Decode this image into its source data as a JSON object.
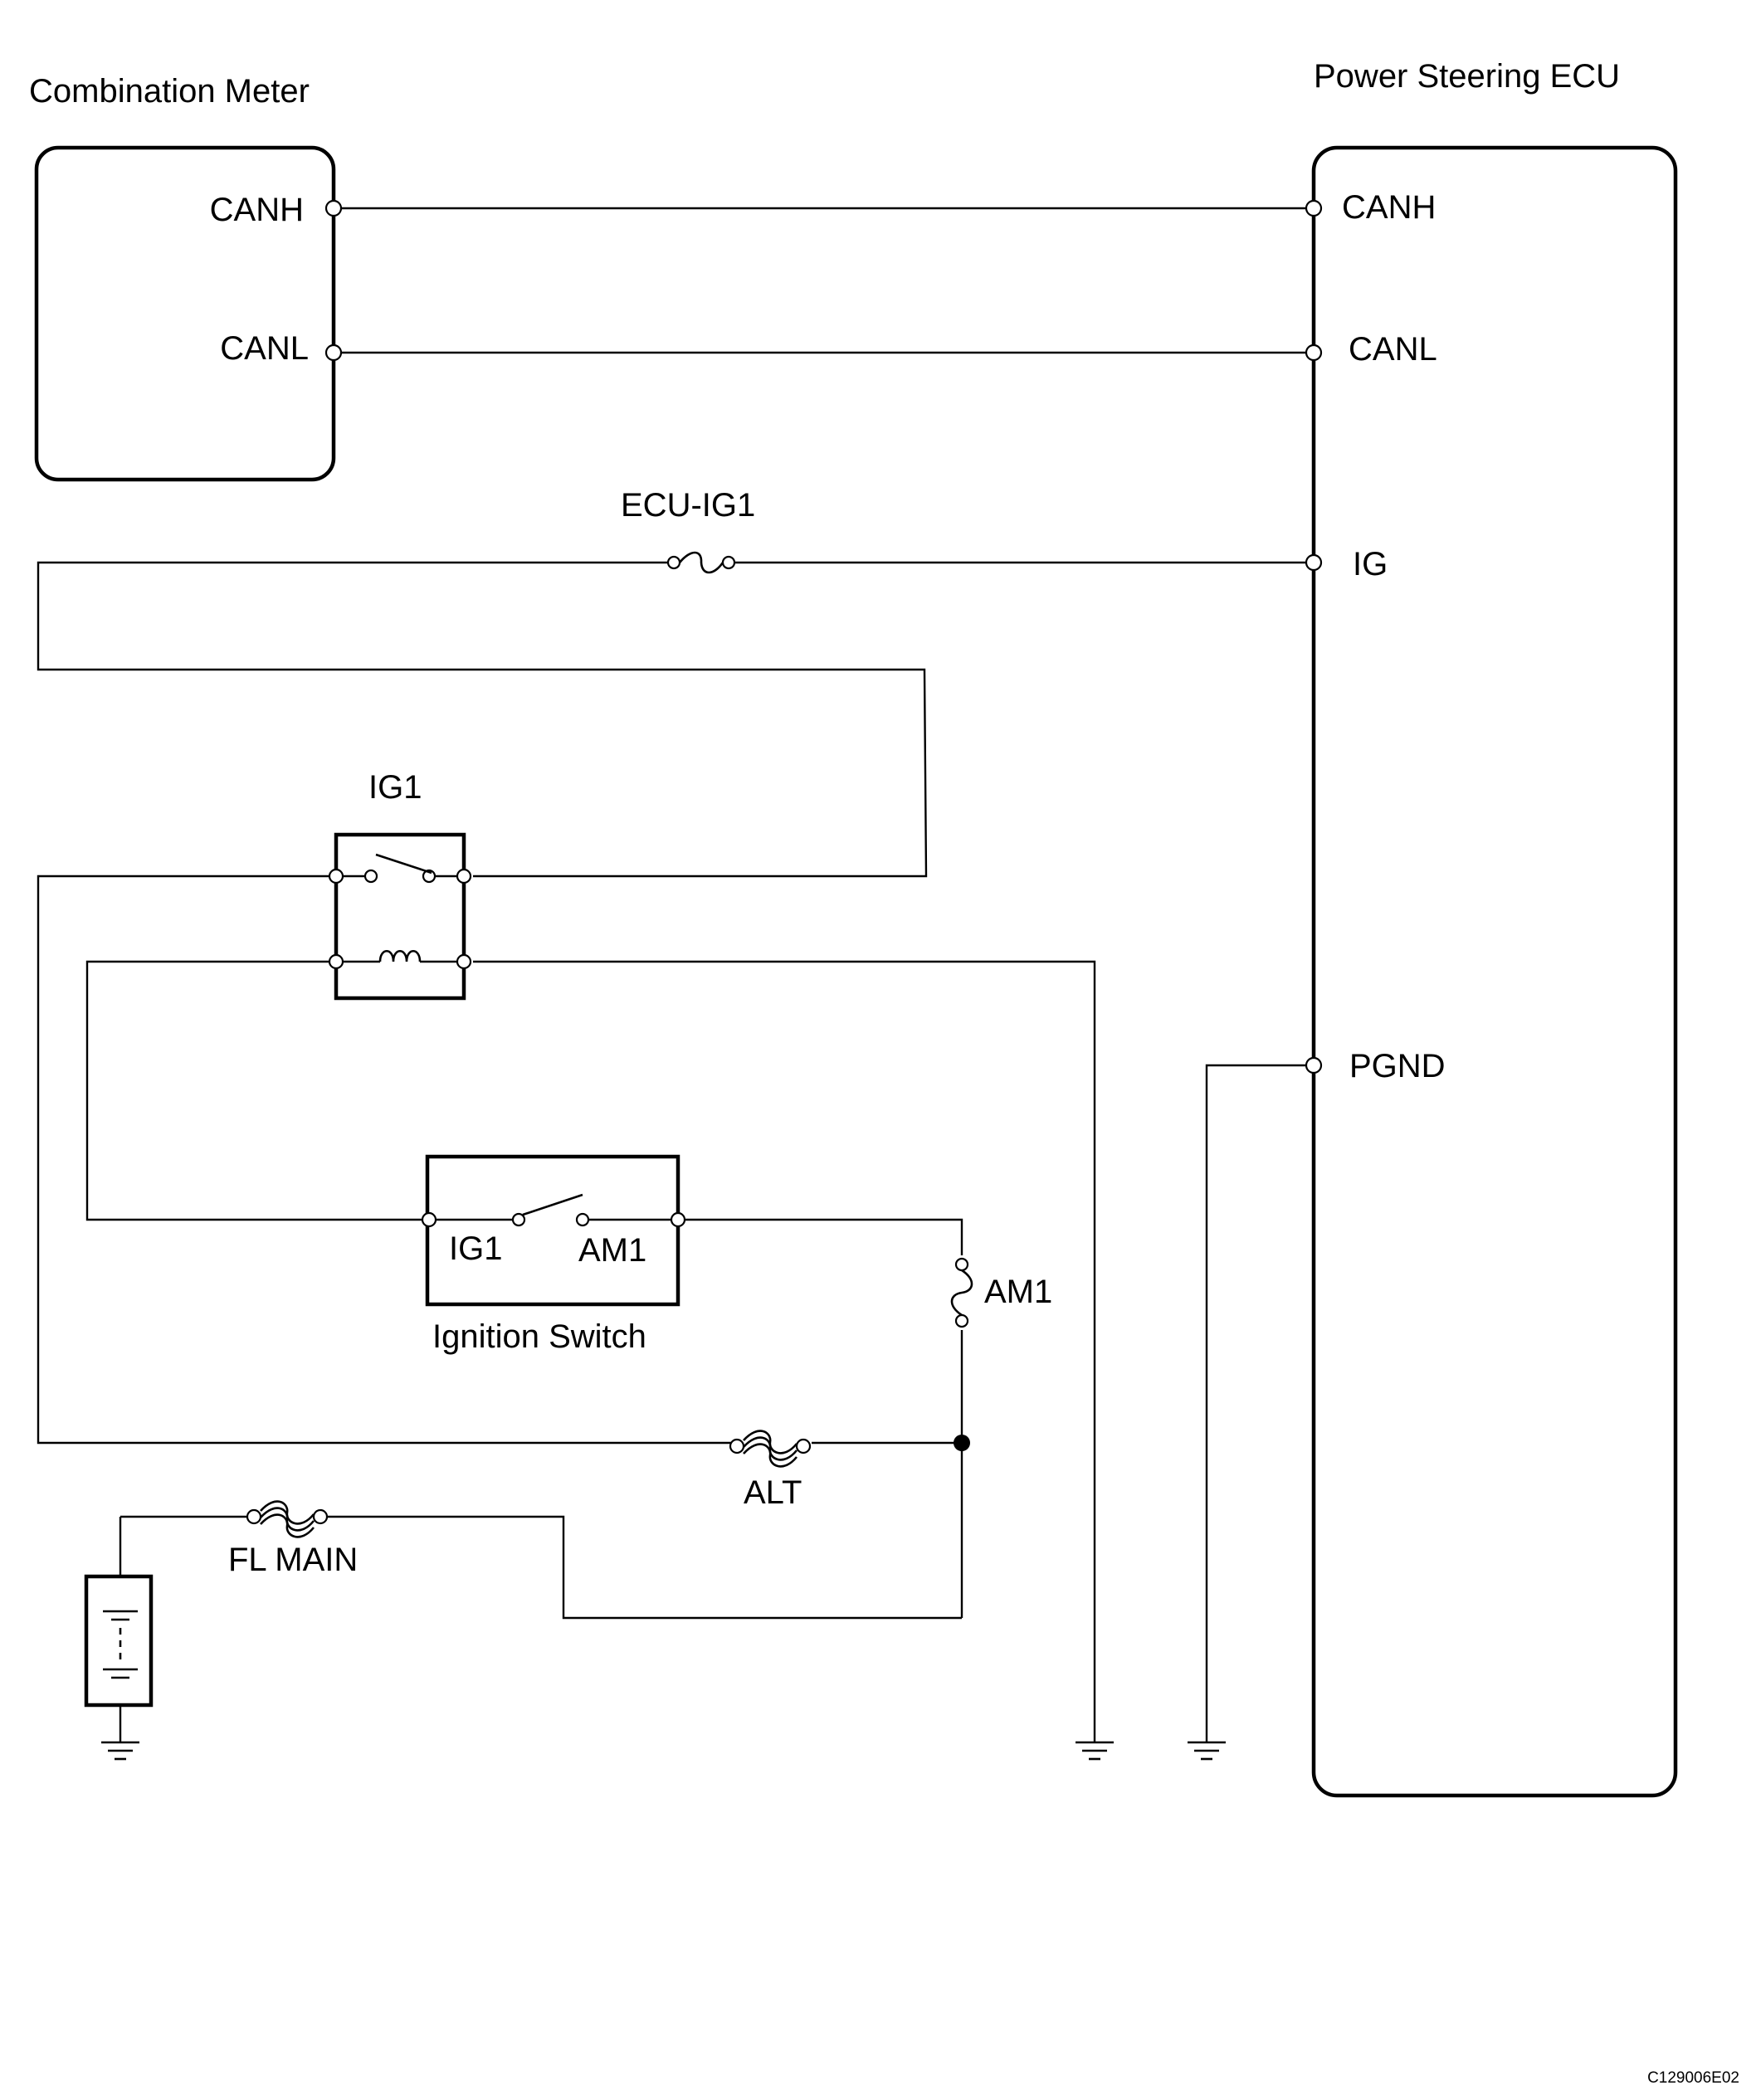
{
  "components": {
    "combination_meter": {
      "title": "Combination Meter",
      "terminals": [
        "CANH",
        "CANL"
      ]
    },
    "power_steering_ecu": {
      "title": "Power Steering ECU",
      "terminals": [
        "CANH",
        "CANL",
        "IG",
        "PGND"
      ]
    },
    "ig1_relay": {
      "title": "IG1"
    },
    "ignition_switch": {
      "title": "Ignition Switch",
      "terminals": [
        "IG1",
        "AM1"
      ]
    }
  },
  "fuses": {
    "ecu_ig1": "ECU-IG1",
    "am1": "AM1",
    "alt": "ALT",
    "fl_main": "FL MAIN"
  },
  "figure_code": "C129006E02"
}
